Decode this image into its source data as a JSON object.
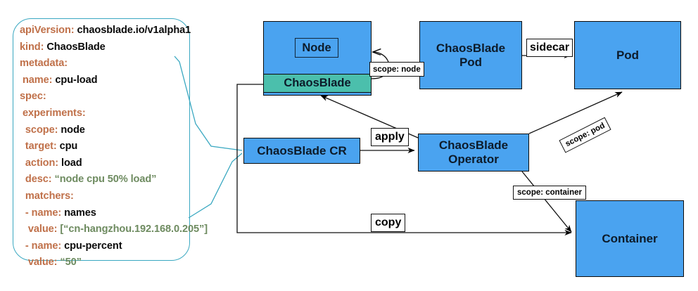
{
  "diagram": {
    "title": "ChaosBlade Kubernetes architecture",
    "colors": {
      "box_fill": "#4aa3f0",
      "chaosblade_band_fill": "#4bbfac",
      "callout_border": "#3aa8c1",
      "yaml_key": "#c0714a",
      "yaml_value": "#0a0a0a",
      "yaml_string": "#6e8b60",
      "edge_stroke": "#000000"
    }
  },
  "yaml": {
    "lines": [
      {
        "key": "apiVersion:",
        "value": " chaosblade.io/v1alpha1",
        "indent": 0,
        "type": "value"
      },
      {
        "key": "kind:",
        "value": " ChaosBlade",
        "indent": 0,
        "type": "value"
      },
      {
        "key": "metadata:",
        "value": "",
        "indent": 0,
        "type": "value"
      },
      {
        "key": "name:",
        "value": " cpu-load",
        "indent": 1,
        "type": "value"
      },
      {
        "key": "spec:",
        "value": "",
        "indent": 0,
        "type": "value"
      },
      {
        "key": "experiments:",
        "value": "",
        "indent": 1,
        "type": "value"
      },
      {
        "key": "scope:",
        "value": " node",
        "indent": 2,
        "type": "value"
      },
      {
        "key": "target:",
        "value": " cpu",
        "indent": 2,
        "type": "value"
      },
      {
        "key": "action:",
        "value": " load",
        "indent": 2,
        "type": "value"
      },
      {
        "key": "desc:",
        "value": " “node cpu 50% load”",
        "indent": 2,
        "type": "string"
      },
      {
        "key": "matchers:",
        "value": "",
        "indent": 2,
        "type": "value"
      },
      {
        "key": "- name:",
        "value": " names",
        "indent": 2,
        "type": "value"
      },
      {
        "key": "value:",
        "value": " [“cn-hangzhou.192.168.0.205”]",
        "indent": 3,
        "type": "string"
      },
      {
        "key": "- name:",
        "value": " cpu-percent",
        "indent": 2,
        "type": "value"
      },
      {
        "key": "value:",
        "value": " “50”",
        "indent": 3,
        "type": "string"
      }
    ]
  },
  "nodes": {
    "node_box": {
      "inner_label": "Node",
      "band_label": "ChaosBlade"
    },
    "chaosblade_pod": "ChaosBlade\nPod",
    "pod": "Pod",
    "chaosblade_cr": "ChaosBlade CR",
    "chaosblade_operator": "ChaosBlade\nOperator",
    "container": "Container"
  },
  "edge_labels": {
    "scope_node": "scope: node",
    "sidecar": "sidecar",
    "apply": "apply",
    "scope_pod": "scope: pod",
    "scope_container": "scope: container",
    "copy": "copy"
  }
}
